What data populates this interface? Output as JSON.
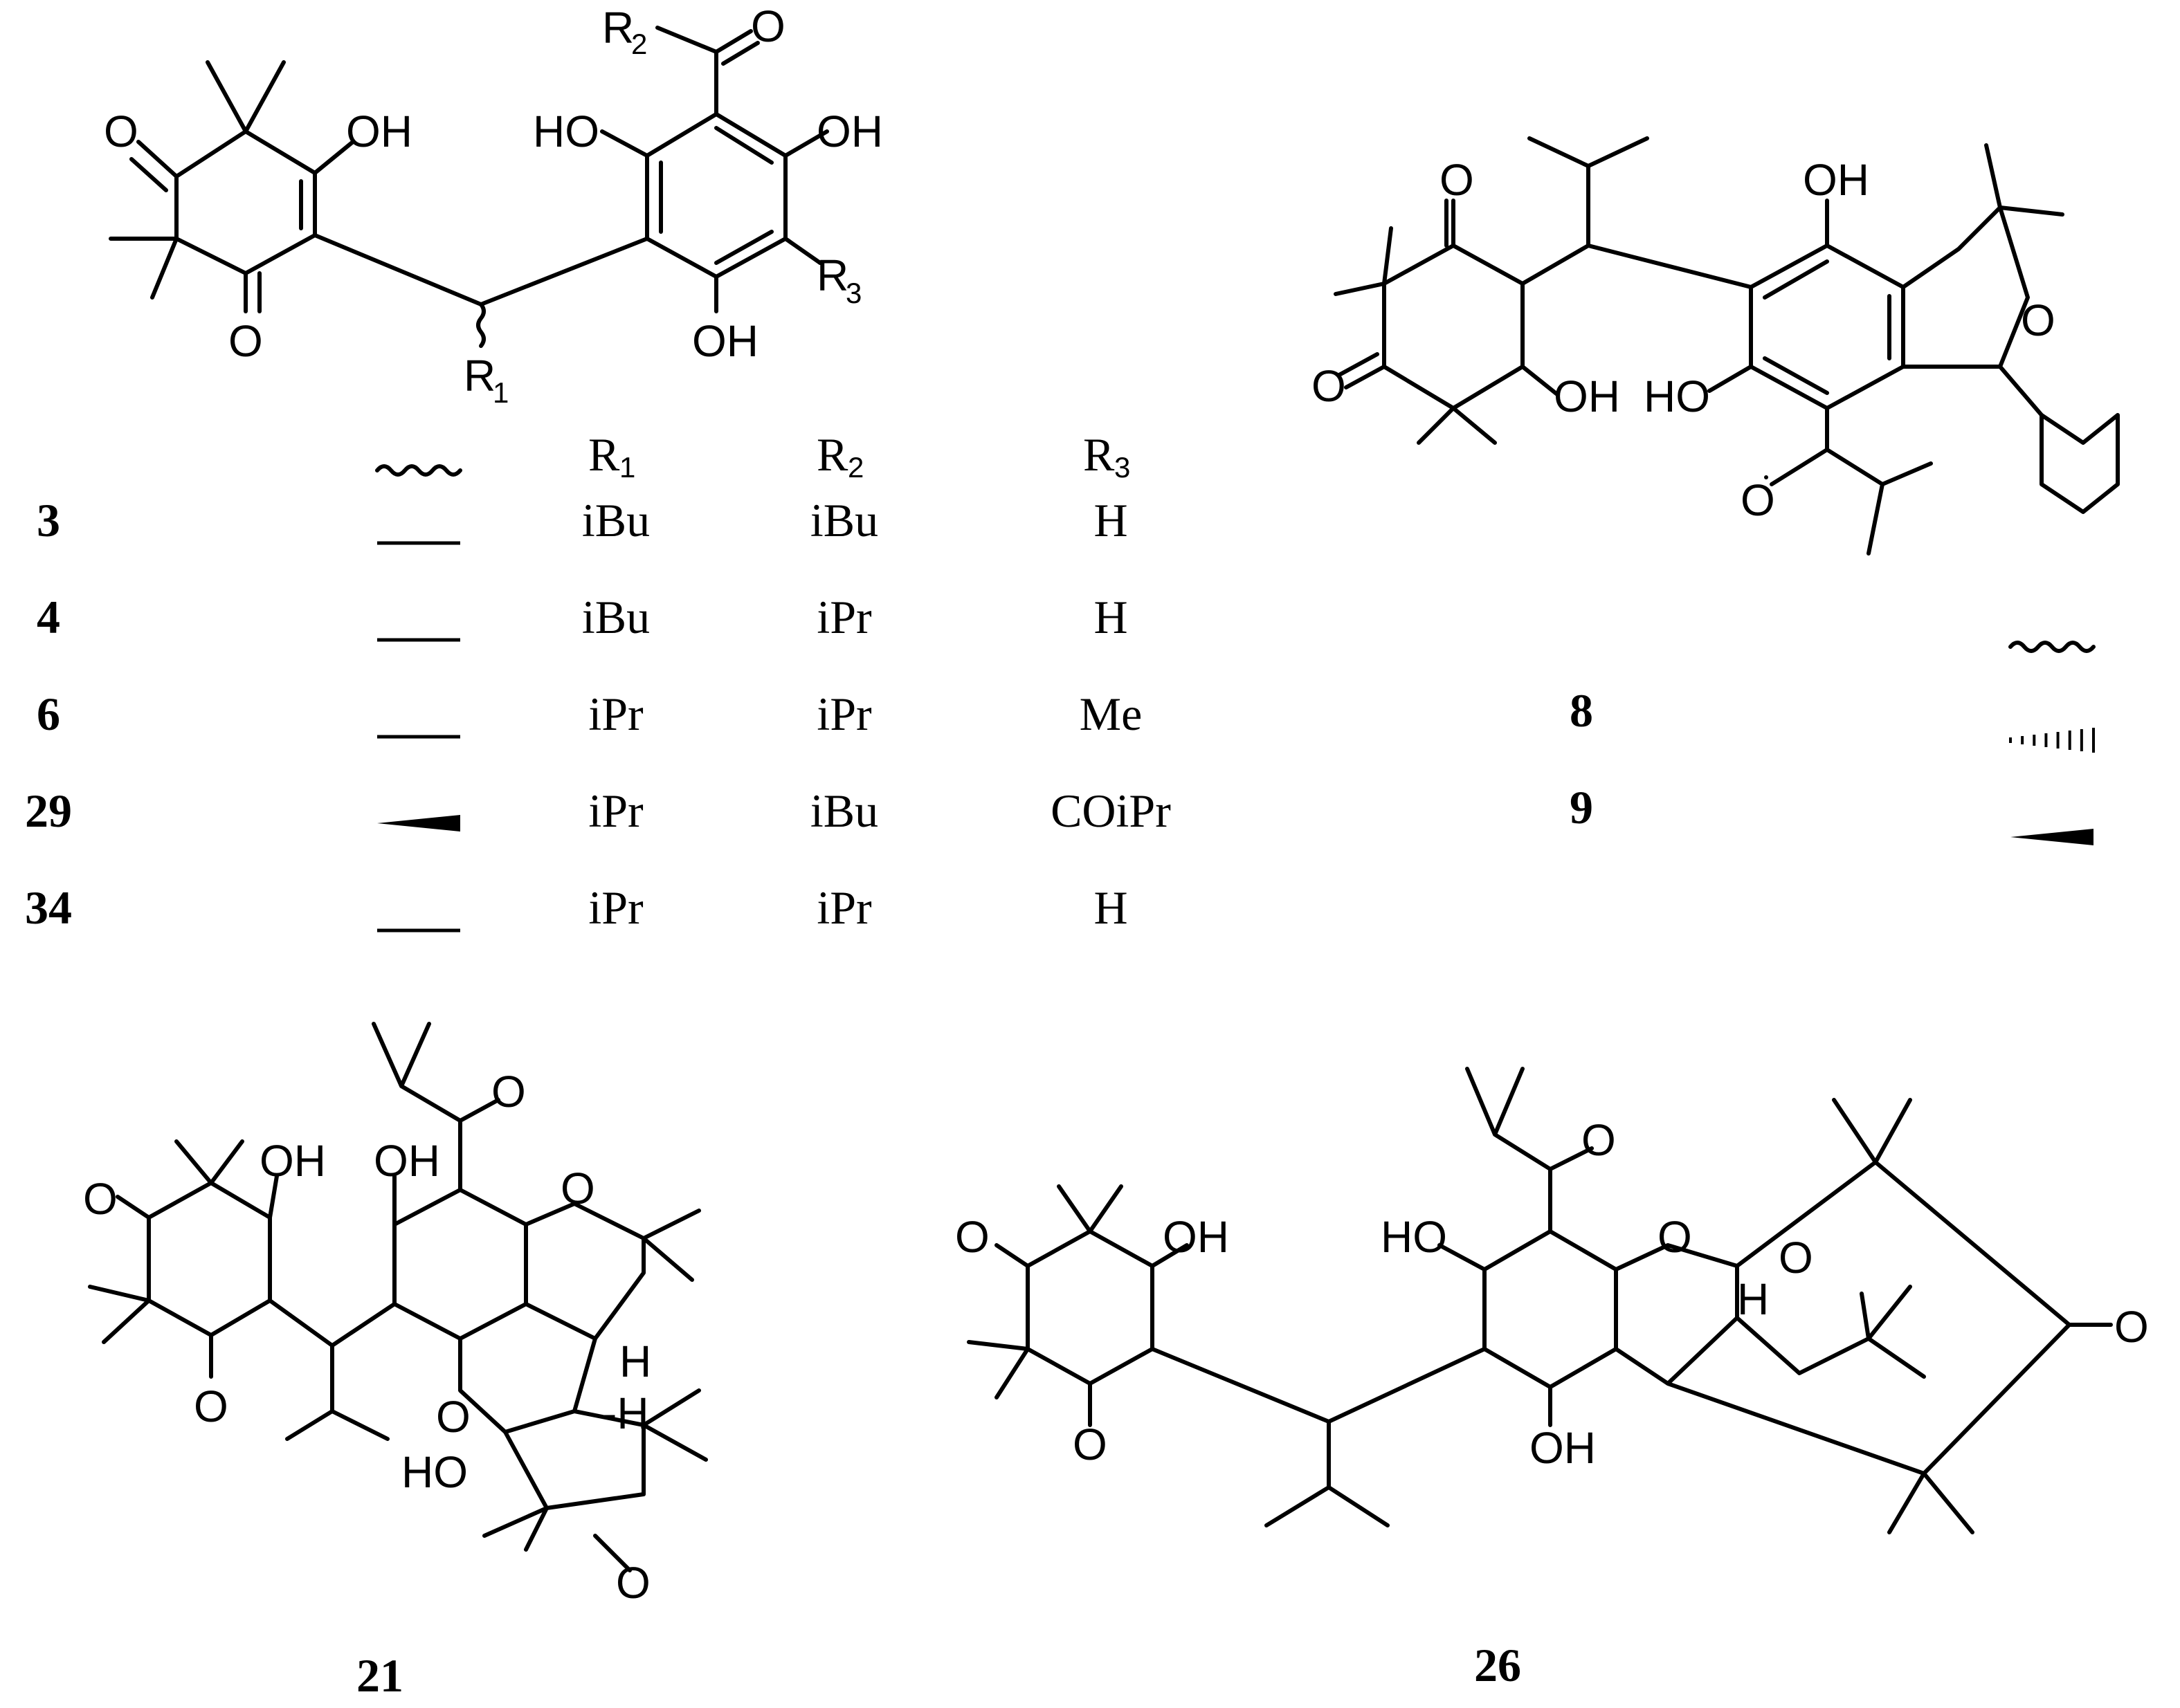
{
  "structure_a": {
    "atoms": {
      "o_top": "O",
      "oh_enol": "OH",
      "o_bot": "O",
      "r2": "R",
      "r2_sub": "2",
      "o_acyl": "O",
      "ho_left": "HO",
      "oh_right": "OH",
      "r3": "R",
      "r3_sub": "3",
      "oh_bot": "OH",
      "r1": "R",
      "r1_sub": "1"
    }
  },
  "table": {
    "headers": {
      "r1": "R",
      "r1_sub": "1",
      "r2": "R",
      "r2_sub": "2",
      "r3": "R",
      "r3_sub": "3"
    },
    "rows": [
      {
        "id": "3",
        "r1": "iBu",
        "r2": "iBu",
        "r3": "H",
        "bond": "plain"
      },
      {
        "id": "4",
        "r1": "iBu",
        "r2": "iPr",
        "r3": "H",
        "bond": "plain"
      },
      {
        "id": "6",
        "r1": "iPr",
        "r2": "iPr",
        "r3": "Me",
        "bond": "plain"
      },
      {
        "id": "29",
        "r1": "iPr",
        "r2": "iBu",
        "r3": "COiPr",
        "bond": "wedge"
      },
      {
        "id": "34",
        "r1": "iPr",
        "r2": "iPr",
        "r3": "H",
        "bond": "plain"
      }
    ]
  },
  "structure_b": {
    "atoms": {
      "o_ketone1": "O",
      "o_ketone2": "O",
      "oh_ring": "OH",
      "oh_top": "OH",
      "ho_bot": "HO",
      "o_ether": "O",
      "o_acyl": "O"
    },
    "rows": [
      {
        "id": "8",
        "bond": "hash"
      },
      {
        "id": "9",
        "bond": "wedge"
      }
    ]
  },
  "structure_c": {
    "label": "21",
    "atoms": {
      "o_left": "O",
      "oh_enol": "OH",
      "o_bot": "O",
      "o_acyl": "O",
      "oh_ar": "OH",
      "o_pyran": "O",
      "o_pyran2": "O",
      "h1": "H",
      "h2": "-H",
      "ho_hemi": "HO",
      "o_cp": "O"
    }
  },
  "structure_d": {
    "label": "26",
    "atoms": {
      "o_left": "O",
      "oh_enol": "OH",
      "o_bot": "O",
      "o_acyl": "O",
      "ho_ar": "HO",
      "o_pyran": "O",
      "o_ring": "O",
      "h": "H",
      "oh_bot": "OH",
      "o_ketone": "O"
    }
  }
}
